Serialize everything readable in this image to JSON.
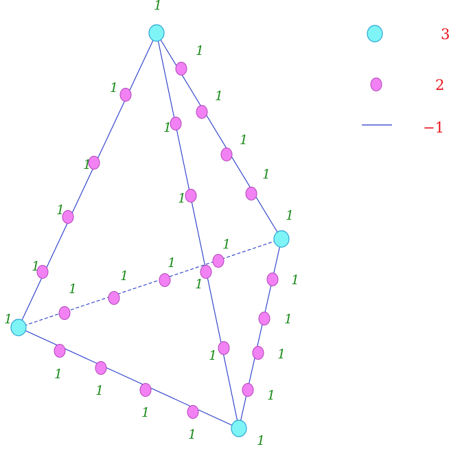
{
  "colors": {
    "vertex_fill": "#7ff4f6",
    "vertex_stroke": "#2aa5d6",
    "edge_node_fill": "#f282f4",
    "edge_node_stroke": "#b042b8",
    "edge_stroke": "#2438c8",
    "label": "#1a8a1a",
    "legend_text": "#e8121c"
  },
  "vertices": [
    {
      "id": "apex",
      "label": "1"
    },
    {
      "id": "right",
      "label": "1"
    },
    {
      "id": "left",
      "label": "1"
    },
    {
      "id": "bottom",
      "label": "1"
    }
  ],
  "edges": [
    {
      "id": "apex-left",
      "from": "apex",
      "to": "left",
      "style": "solid",
      "nodes": [
        "1",
        "1",
        "1",
        "1"
      ]
    },
    {
      "id": "apex-right",
      "from": "apex",
      "to": "right",
      "style": "solid",
      "nodes": [
        "1",
        "1",
        "1",
        "1"
      ]
    },
    {
      "id": "apex-bottom",
      "from": "apex",
      "to": "bottom",
      "style": "solid",
      "nodes": [
        "1",
        "1",
        "1",
        "1"
      ]
    },
    {
      "id": "left-bottom",
      "from": "left",
      "to": "bottom",
      "style": "solid",
      "nodes": [
        "1",
        "1",
        "1",
        "1"
      ]
    },
    {
      "id": "right-bottom",
      "from": "right",
      "to": "bottom",
      "style": "solid",
      "nodes": [
        "1",
        "1",
        "1",
        "1"
      ]
    },
    {
      "id": "left-right",
      "from": "left",
      "to": "right",
      "style": "dashed",
      "nodes": [
        "1",
        "1",
        "1",
        "1"
      ]
    }
  ],
  "legend": [
    {
      "symbol": "vertex",
      "value": "3",
      "icon": "cyan-circle-icon"
    },
    {
      "symbol": "edge-node",
      "value": "2",
      "icon": "magenta-circle-icon"
    },
    {
      "symbol": "edge",
      "value": "−1",
      "icon": "blue-line-icon"
    }
  ]
}
